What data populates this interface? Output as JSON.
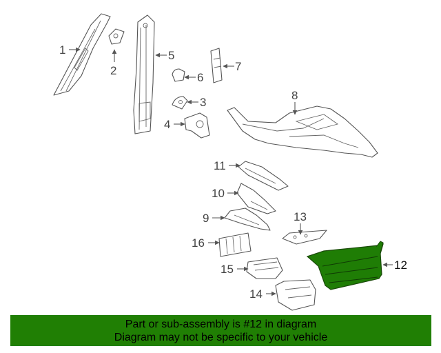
{
  "diagram": {
    "callouts": [
      "1",
      "2",
      "3",
      "4",
      "5",
      "6",
      "7",
      "8",
      "9",
      "10",
      "11",
      "12",
      "13",
      "14",
      "15",
      "16"
    ],
    "highlight_color": "#1f7d05",
    "highlight_part": "12"
  },
  "banner": {
    "line1": "Part or sub-assembly is #12 in diagram",
    "line2": "Diagram may not be specific to your vehicle",
    "color": "#207f04"
  }
}
